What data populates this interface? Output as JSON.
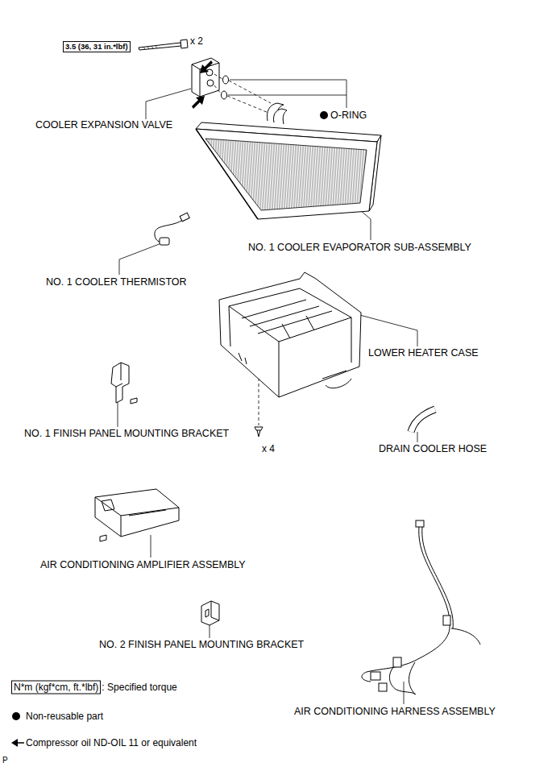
{
  "diagram": {
    "nodes": [
      {
        "text": [
          "3.5 (36, 31 in.*lbf)"
        ]
      },
      {
        "text": [
          "N*m (kgf*cm, ft.*lbf)"
        ]
      }
    ],
    "labels": [
      "x 2",
      "COOLER EXPANSION VALVE",
      "O-RING",
      "NO. 1 COOLER EVAPORATOR SUB-ASSEMBLY",
      "NO. 1 COOLER THERMISTOR",
      "LOWER HEATER CASE",
      "NO. 1 FINISH PANEL MOUNTING BRACKET",
      "x 4",
      "DRAIN COOLER HOSE",
      "AIR CONDITIONING AMPLIFIER ASSEMBLY",
      "NO. 2 FINISH PANEL MOUNTING BRACKET",
      "AIR CONDITIONING HARNESS ASSEMBLY",
      "P"
    ],
    "legend": [
      {
        "text": ": Specified torque"
      },
      {
        "text": "Non-reusable part"
      },
      {
        "text": "Compressor oil ND-OIL 11 or equivalent"
      }
    ]
  }
}
